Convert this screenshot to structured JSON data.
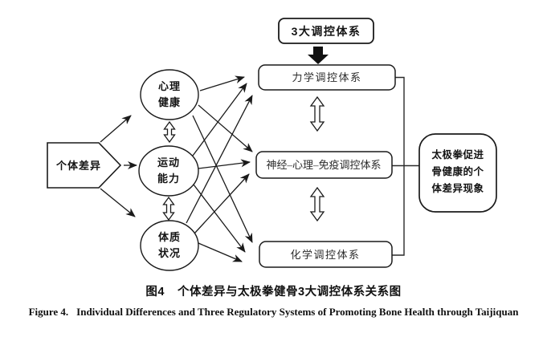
{
  "figure": {
    "type": "flow-diagram",
    "title_zh": "个体差异与太极拳健骨3大调控体系关系图",
    "title_en": "Individual Differences and Three Regulatory Systems of Promoting Bone Health through Taijiquan"
  },
  "diagram": {
    "top_label": "3大调控体系",
    "source_label": "个体差异",
    "factors": [
      {
        "line1": "心理",
        "line2": "健康"
      },
      {
        "line1": "运动",
        "line2": "能力"
      },
      {
        "line1": "体质",
        "line2": "状况"
      }
    ],
    "systems": [
      {
        "label": "力学调控体系"
      },
      {
        "label": "神经–心理–免疫调控体系"
      },
      {
        "label": "化学调控体系"
      }
    ],
    "outcome": {
      "line1": "太极拳促进",
      "line2": "骨健康的个",
      "line3": "体差异现象"
    }
  },
  "captions": {
    "zh": {
      "prefix": "图4",
      "text": "个体差异与太极拳健骨3大调控体系关系图"
    },
    "en": {
      "prefix": "Figure 4.",
      "text": "Individual Differences and Three Regulatory Systems of Promoting Bone Health through Taijiquan"
    }
  },
  "colors": {
    "ink": "#1a1a1a",
    "background": "#ffffff"
  }
}
